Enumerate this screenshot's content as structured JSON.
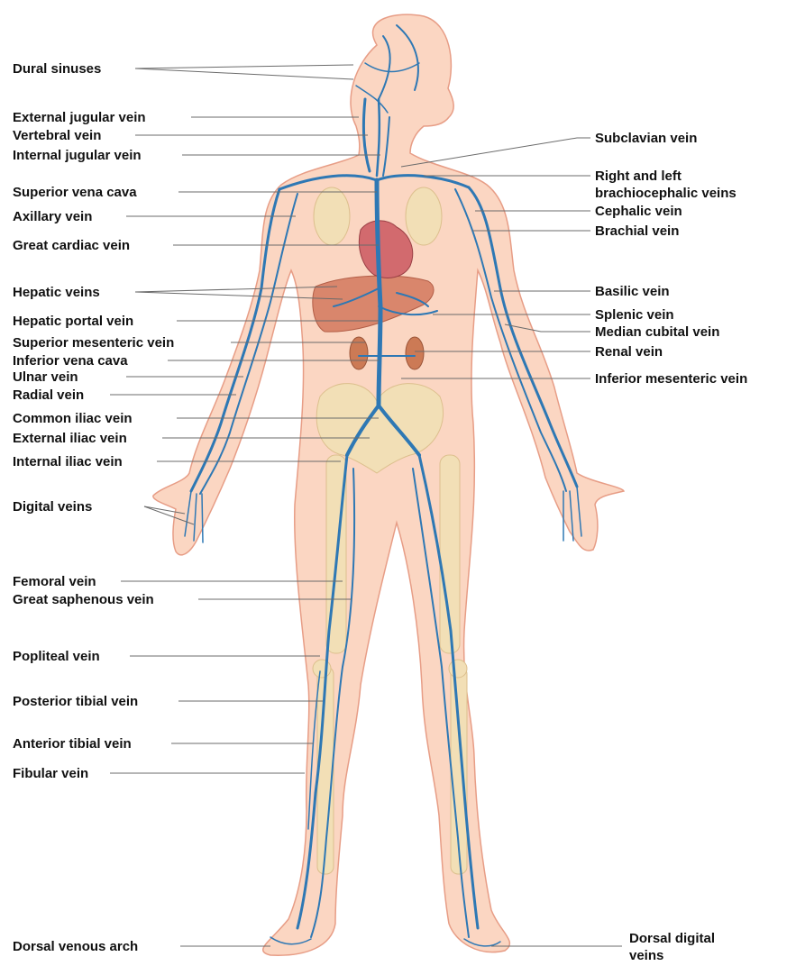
{
  "colors": {
    "background": "#ffffff",
    "skin": "#fbd6c2",
    "skin_outline": "#e79d86",
    "bone": "#f2dfb6",
    "vein": "#2e78b4",
    "vein_light": "#6fb0d8",
    "heart": "#d26a6e",
    "liver": "#d9866c",
    "kidney": "#cc7a55",
    "label": "#111111",
    "leader": "#6b6b6b"
  },
  "labels": {
    "left": [
      "Dural sinuses",
      "External jugular vein",
      "Vertebral vein",
      "Internal jugular vein",
      "Superior vena cava",
      "Axillary vein",
      "Great cardiac vein",
      "Hepatic veins",
      "Hepatic portal vein",
      "Superior mesenteric vein",
      "Inferior vena cava",
      "Ulnar vein",
      "Radial vein",
      "Common iliac vein",
      "External iliac vein",
      "Internal iliac vein",
      "Digital veins",
      "Femoral vein",
      "Great saphenous vein",
      "Popliteal vein",
      "Posterior tibial vein",
      "Anterior tibial vein",
      "Fibular vein",
      "Dorsal venous arch"
    ],
    "right": [
      "Subclavian vein",
      "Right and left",
      "brachiocephalic veins",
      "Cephalic vein",
      "Brachial vein",
      "Basilic vein",
      "Splenic vein",
      "Median cubital vein",
      "Renal vein",
      "Inferior mesenteric vein",
      "Dorsal digital",
      "veins"
    ]
  }
}
